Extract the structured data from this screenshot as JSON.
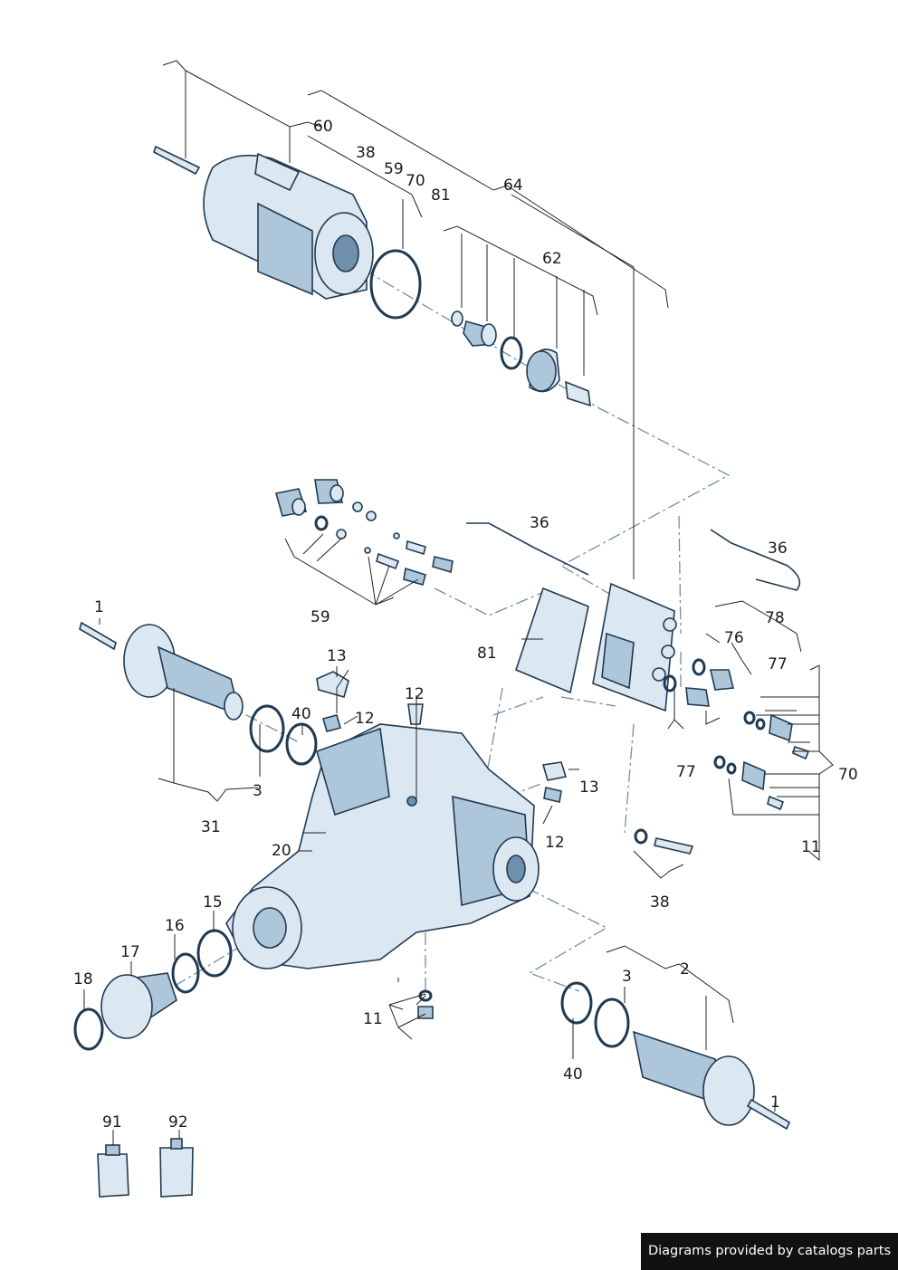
{
  "credit": "Diagrams provided by catalogs parts",
  "callouts": {
    "c60": "60",
    "c38_top": "38",
    "c59_top": "59",
    "c70_top": "70",
    "c81_top": "81",
    "c64": "64",
    "c62": "62",
    "c36_a": "36",
    "c36_b": "36",
    "c59_mid": "59",
    "c81_mid": "81",
    "c78": "78",
    "c76": "76",
    "c77_a": "77",
    "c77_b": "77",
    "c70_right": "70",
    "c11_right": "11",
    "c1_left": "1",
    "c13_a": "13",
    "c12_a": "12",
    "c40_left": "40",
    "c12_b": "12",
    "c3_left": "3",
    "c31": "31",
    "c20": "20",
    "c13_b": "13",
    "c12_c": "12",
    "c38_mid": "38",
    "c15": "15",
    "c16": "16",
    "c17": "17",
    "c18": "18",
    "c11_bottom": "11",
    "c2": "2",
    "c3_right": "3",
    "c40_right": "40",
    "c1_right": "1",
    "c91": "91",
    "c92": "92"
  }
}
